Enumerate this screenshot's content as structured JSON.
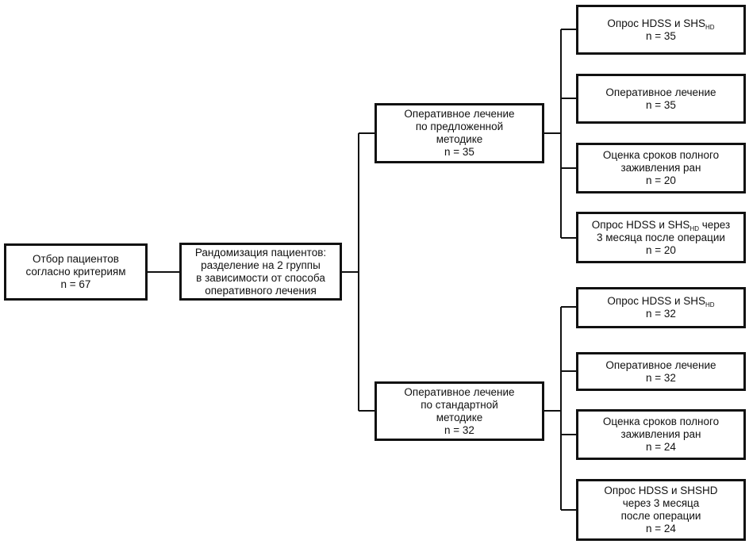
{
  "flowchart": {
    "selection": {
      "lines": [
        "Отбор пациентов",
        "согласно критериям",
        "n = 67"
      ]
    },
    "randomization": {
      "lines": [
        "Рандомизация пациентов:",
        "разделение на 2 группы",
        "в зависимости от способа",
        "оперативного лечения"
      ]
    },
    "group_proposed": {
      "lines": [
        "Оперативное лечение",
        "по предложенной",
        "методике",
        "n = 35"
      ],
      "steps": [
        {
          "main": "Опрос HDSS и SHS",
          "sub": "HD",
          "after": "",
          "lines": [
            "n = 35"
          ]
        },
        {
          "lines": [
            "Оперативное лечение",
            "n = 35"
          ]
        },
        {
          "lines": [
            "Оценка сроков полного",
            "заживления ран",
            "n = 20"
          ]
        },
        {
          "main": "Опрос HDSS и SHS",
          "sub": "HD",
          "after": " через",
          "lines": [
            "3 месяца после операции",
            "n = 20"
          ]
        }
      ]
    },
    "group_standard": {
      "lines": [
        "Оперативное лечение",
        "по стандартной",
        "методике",
        "n = 32"
      ],
      "steps": [
        {
          "main": "Опрос HDSS и SHS",
          "sub": "HD",
          "after": "",
          "lines": [
            "n = 32"
          ]
        },
        {
          "lines": [
            "Оперативное лечение",
            "n = 32"
          ]
        },
        {
          "lines": [
            "Оценка сроков полного",
            "заживления ран",
            "n = 24"
          ]
        },
        {
          "lines": [
            "Опрос HDSS и SHSHD",
            "через 3 месяца",
            "после операции",
            "n = 24"
          ]
        }
      ]
    }
  }
}
